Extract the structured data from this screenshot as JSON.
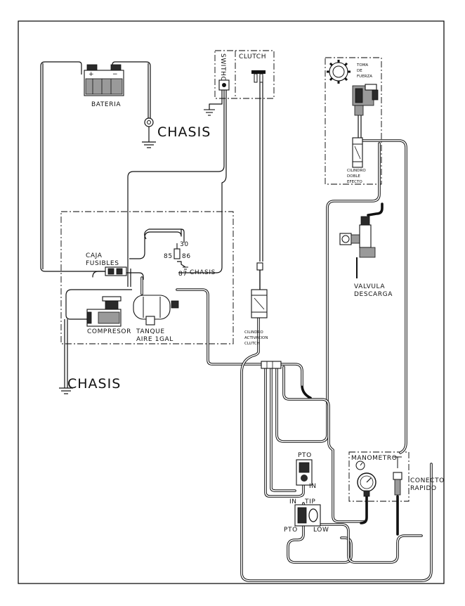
{
  "labels": {
    "bateria": "BATERIA",
    "chasis_battery": "CHASIS",
    "switch_vertical": "SWITHC",
    "clutch": "CLUTCH",
    "toma_line1": "TOMA",
    "toma_line2": "DE",
    "toma_line3": "FUERZA",
    "cilindro_doble_line1": "CILINDRO",
    "cilindro_doble_line2": "DOBLE",
    "cilindro_doble_line3": "EFECTO",
    "caja_line1": "CAJA",
    "caja_line2": "FUSIBLES",
    "relay_30": "30",
    "relay_85": "85",
    "relay_86": "86",
    "relay_87": "87",
    "relay_chasis": "CHASIS",
    "valvula_line1": "VALVULA",
    "valvula_line2": "DESCARGA",
    "compresor": "COMPRESOR",
    "tanque_line1": "TANQUE",
    "tanque_line2": "AIRE 1GAL",
    "cilindro_act_line1": "CILINDRO",
    "cilindro_act_line2": "ACTIVACION",
    "cilindro_act_line3": "CLUTCH",
    "chasis_left": "CHASIS",
    "pto_valve": "PTO",
    "pto_valve_in": "IN",
    "manometro": "MANOMETRO",
    "conector_line1": "CONECTO",
    "conector_line2": "RAPIDO",
    "ctrl_in": "IN",
    "ctrl_tip": "TIP",
    "ctrl_pto": "PTO",
    "ctrl_low": "LOW"
  },
  "colors": {
    "line": "#111111",
    "background": "#ffffff"
  },
  "icons": [
    "battery-icon",
    "ground-icon",
    "gear-icon",
    "pressure-gauge-icon",
    "relay-icon",
    "quick-connector-icon"
  ]
}
